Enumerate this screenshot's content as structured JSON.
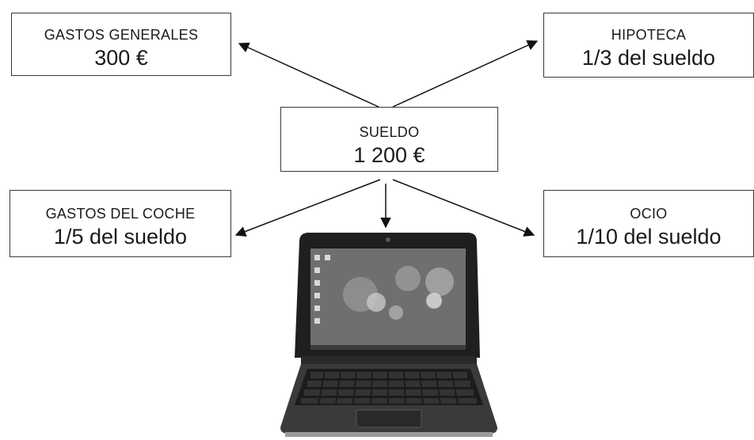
{
  "boxes": {
    "gastos_generales": {
      "label": "GASTOS GENERALES",
      "value": "300 €"
    },
    "hipoteca": {
      "label": "HIPOTECA",
      "value": "1/3 del sueldo"
    },
    "sueldo": {
      "label": "SUELDO",
      "value": "1 200 €"
    },
    "gastos_coche": {
      "label": "GASTOS DEL COCHE",
      "value": "1/5 del sueldo"
    },
    "ocio": {
      "label": "OCIO",
      "value": "1/10 del sueldo"
    }
  },
  "image": {
    "icon": "laptop-icon"
  },
  "colors": {
    "line": "#111111",
    "border": "#3a3a3a"
  }
}
